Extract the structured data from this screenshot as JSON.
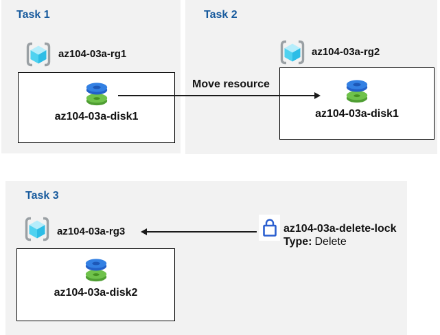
{
  "colors": {
    "panel-bg": "#f2f2f2",
    "title-blue": "#175a9d",
    "text-black": "#111111",
    "box-border": "#000000",
    "arrow-black": "#1a1a1a",
    "bracket-gray": "#9aa0a4",
    "cube-top": "#b5edfb",
    "cube-left": "#50d2f0",
    "cube-right": "#2dbde6",
    "disk-blue-top": "#3380e3",
    "disk-blue-side": "#2361c9",
    "disk-blue-hole": "#1d58b8",
    "disk-green-top": "#6fc24b",
    "disk-green-side": "#4f9e33",
    "disk-green-hole": "#459122",
    "lock-blue": "#2a5fd0"
  },
  "tasks": [
    {
      "title": "Task 1",
      "resource_group": "az104-03a-rg1",
      "disk": "az104-03a-disk1"
    },
    {
      "title": "Task 2",
      "resource_group": "az104-03a-rg2",
      "disk": "az104-03a-disk1"
    },
    {
      "title": "Task 3",
      "resource_group": "az104-03a-rg3",
      "disk": "az104-03a-disk2"
    }
  ],
  "annotations": {
    "move_label": "Move resource",
    "lock_name": "az104-03a-delete-lock",
    "lock_type_label": "Type:",
    "lock_type_value": "Delete"
  }
}
